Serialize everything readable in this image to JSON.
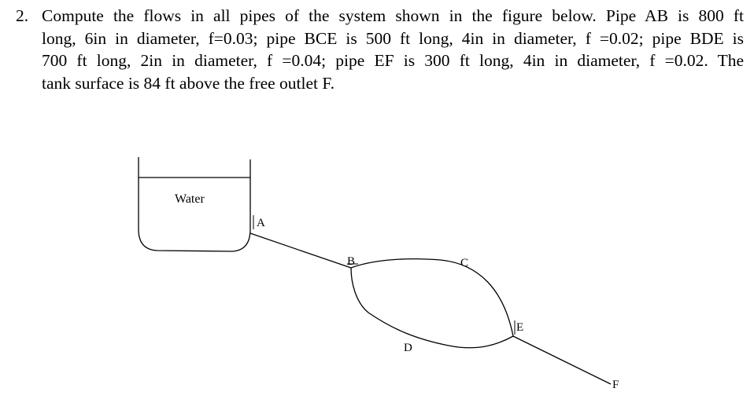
{
  "problem": {
    "number": "2.",
    "lines": [
      "Compute the flows in all pipes of the system shown in the figure below. Pipe AB is 800 ft",
      "long, 6in in diameter, f=0.03; pipe BCE is 500 ft long, 4in in diameter, f =0.02; pipe BDE is",
      "700 ft long, 2in in diameter, f =0.04; pipe EF is 300 ft long, 4in in diameter, f =0.02. The",
      "tank surface is 84 ft above the free outlet F."
    ]
  },
  "figure": {
    "tank_label": "Water",
    "point_labels": {
      "A": "A",
      "B": "B",
      "C": "C",
      "D": "D",
      "E": "E",
      "F": "F"
    }
  }
}
